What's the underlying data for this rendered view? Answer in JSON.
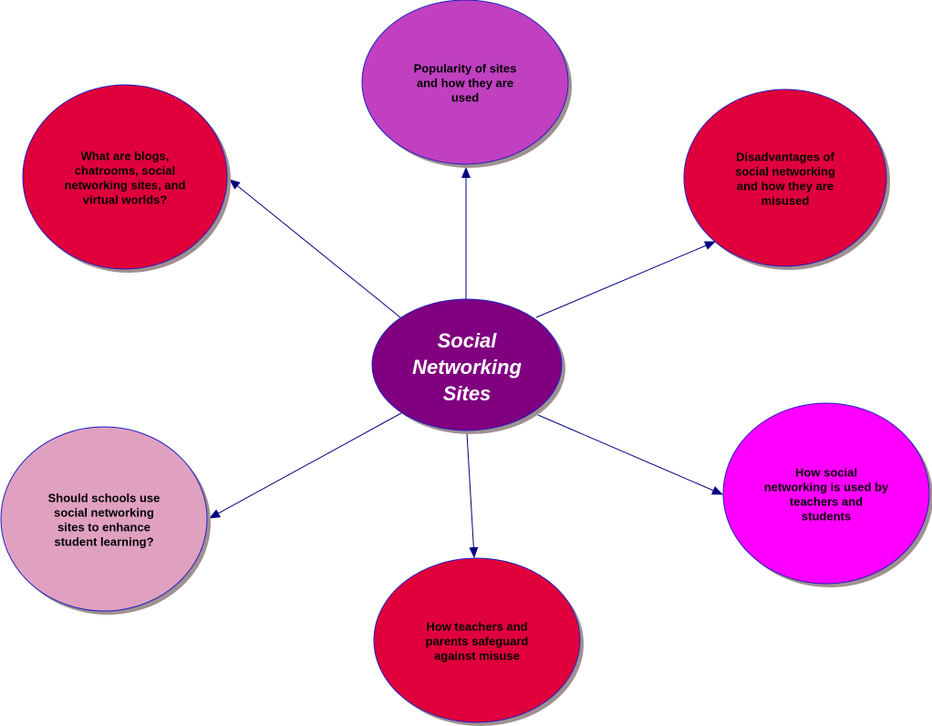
{
  "center": {
    "lines": [
      "Social",
      "Networking",
      "Sites"
    ],
    "color": "#800080"
  },
  "nodes": [
    {
      "id": "popularity",
      "lines": [
        "Popularity of sites",
        "and how they are",
        "used"
      ],
      "color": "#c040c0"
    },
    {
      "id": "what-are",
      "lines": [
        "What are blogs,",
        "chatrooms, social",
        "networking sites, and",
        "virtual worlds?"
      ],
      "color": "#e0003c"
    },
    {
      "id": "disadvantages",
      "lines": [
        "Disadvantages of",
        "social networking",
        "and how they are",
        "misused"
      ],
      "color": "#e0003c"
    },
    {
      "id": "should-schools",
      "lines": [
        "Should schools use",
        "social networking",
        "sites to enhance",
        "student learning?"
      ],
      "color": "#e0a0c0"
    },
    {
      "id": "safeguard",
      "lines": [
        "How teachers and",
        "parents safeguard",
        "against misuse"
      ],
      "color": "#e0003c"
    },
    {
      "id": "used-by-teachers",
      "lines": [
        "How social",
        "networking is used by",
        "teachers and",
        "students"
      ],
      "color": "#ff00ff"
    }
  ],
  "colors": {
    "border": "#2020c0",
    "arrow": "#000080",
    "shadow": "#a09090"
  }
}
